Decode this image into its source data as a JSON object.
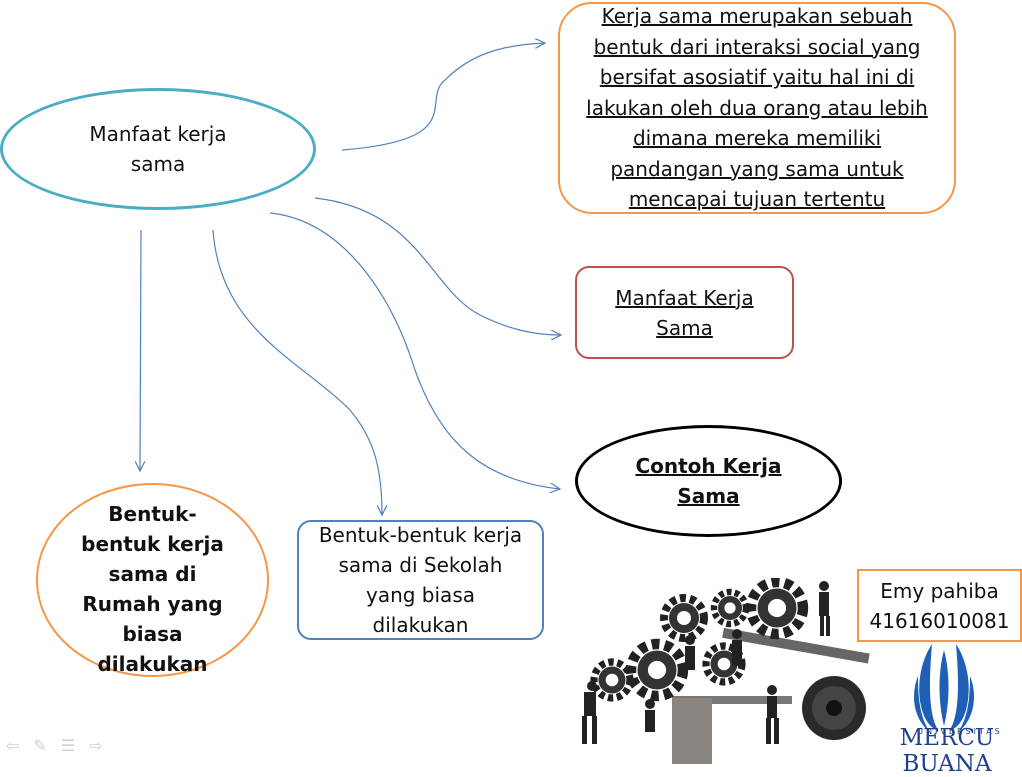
{
  "diagram": {
    "center_node": "Manfaat kerja\nsama",
    "definition": "Kerja sama merupakan sebuah\nbentuk dari interaksi social yang\nbersifat asosiatif yaitu hal ini di\nlakukan oleh dua orang atau lebih\ndimana mereka memiliki\npandangan yang sama untuk\nmencapai tujuan tertentu",
    "benefit": "Manfaat Kerja\nSama",
    "example": "Contoh Kerja\nSama",
    "home_forms": "Bentuk-\nbentuk kerja\nsama di\nRumah yang\nbiasa\ndilakukan",
    "school_forms": "Bentuk-bentuk kerja\nsama di Sekolah\nyang biasa\ndilakukan"
  },
  "author": {
    "name": "Emy pahiba",
    "id": "41616010081"
  },
  "logo": {
    "subtitle": "UNIVERSITAS",
    "name": "MERCU BUANA"
  },
  "colors": {
    "center_border": "#4bacc6",
    "orange": "#f79646",
    "red": "#c0504d",
    "blue": "#4f81bd",
    "arrow": "#4f81bd",
    "logo_blue": "#1f3f8f"
  },
  "icons": {
    "nav": [
      "back-arrow-icon",
      "pen-icon",
      "menu-icon",
      "forward-arrow-icon"
    ]
  }
}
